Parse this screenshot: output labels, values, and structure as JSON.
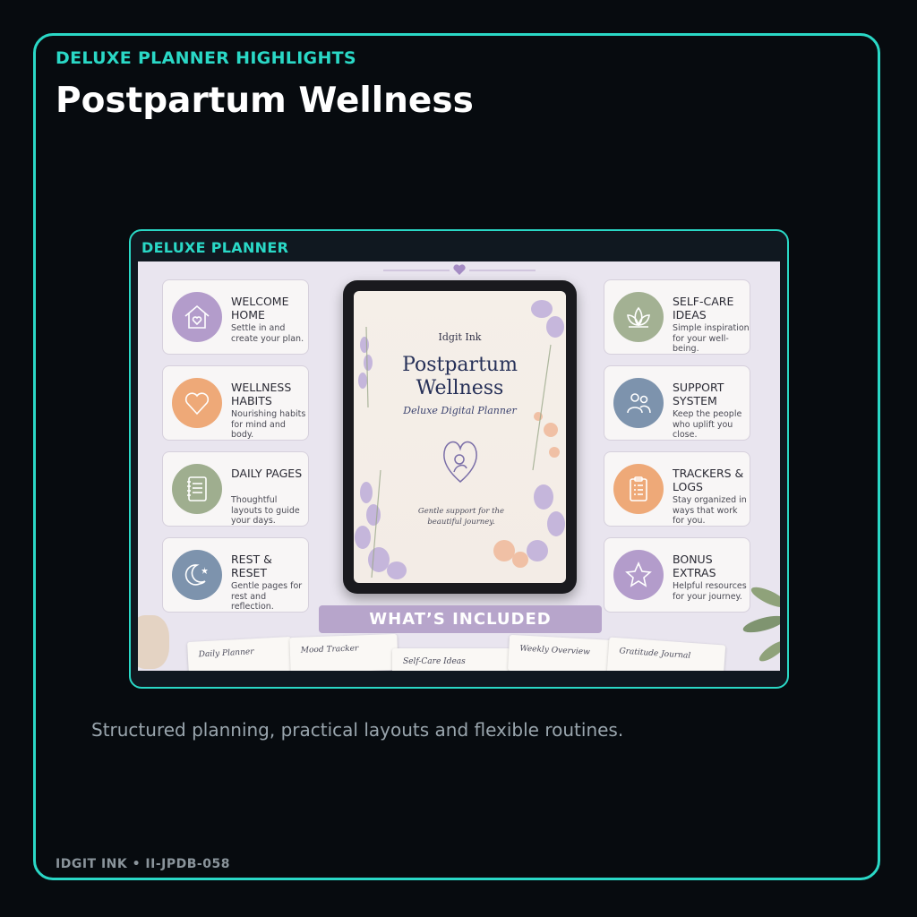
{
  "header": {
    "eyebrow": "DELUXE PLANNER HIGHLIGHTS",
    "title": "Postpartum Wellness"
  },
  "card": {
    "label": "DELUXE PLANNER"
  },
  "features_left": [
    {
      "title": "WELCOME HOME",
      "desc": "Settle in and create your plan.",
      "icon": "house-heart-icon",
      "color": "#b39ccb"
    },
    {
      "title": "WELLNESS HABITS",
      "desc": "Nourishing habits for mind and body.",
      "icon": "heart-icon",
      "color": "#eea978"
    },
    {
      "title": "DAILY PAGES",
      "desc": "Thoughtful layouts to guide your days.",
      "icon": "notebook-icon",
      "color": "#9fae8f"
    },
    {
      "title": "REST & RESET",
      "desc": "Gentle pages for rest and reflection.",
      "icon": "moon-stars-icon",
      "color": "#7d93ad"
    }
  ],
  "features_right": [
    {
      "title": "SELF-CARE IDEAS",
      "desc": "Simple inspiration for your well-being.",
      "icon": "lotus-icon",
      "color": "#a3b193"
    },
    {
      "title": "SUPPORT SYSTEM",
      "desc": "Keep the people who uplift you close.",
      "icon": "people-icon",
      "color": "#7d93ad"
    },
    {
      "title": "TRACKERS & LOGS",
      "desc": "Stay organized in ways that work for you.",
      "icon": "clipboard-icon",
      "color": "#eea978"
    },
    {
      "title": "BONUS EXTRAS",
      "desc": "Helpful resources for your journey.",
      "icon": "star-icon",
      "color": "#b39ccb"
    }
  ],
  "tablet": {
    "brand": "Idgit Ink",
    "title_line1": "Postpartum",
    "title_line2": "Wellness",
    "subtitle": "Deluxe Digital Planner",
    "tagline_line1": "Gentle support for the",
    "tagline_line2": "beautiful journey."
  },
  "included_label": "WHAT’S INCLUDED",
  "page_cards": [
    "Daily Planner",
    "Mood Tracker",
    "Self-Care Ideas",
    "Weekly Overview",
    "Gratitude Journal"
  ],
  "caption": "Structured planning, practical layouts and flexible routines.",
  "footer": "IDGIT INK  •  II-JPDB-058",
  "colors": {
    "accent": "#2ad8c6",
    "background": "#070b0f",
    "included_bar": "#b7a5cb"
  }
}
